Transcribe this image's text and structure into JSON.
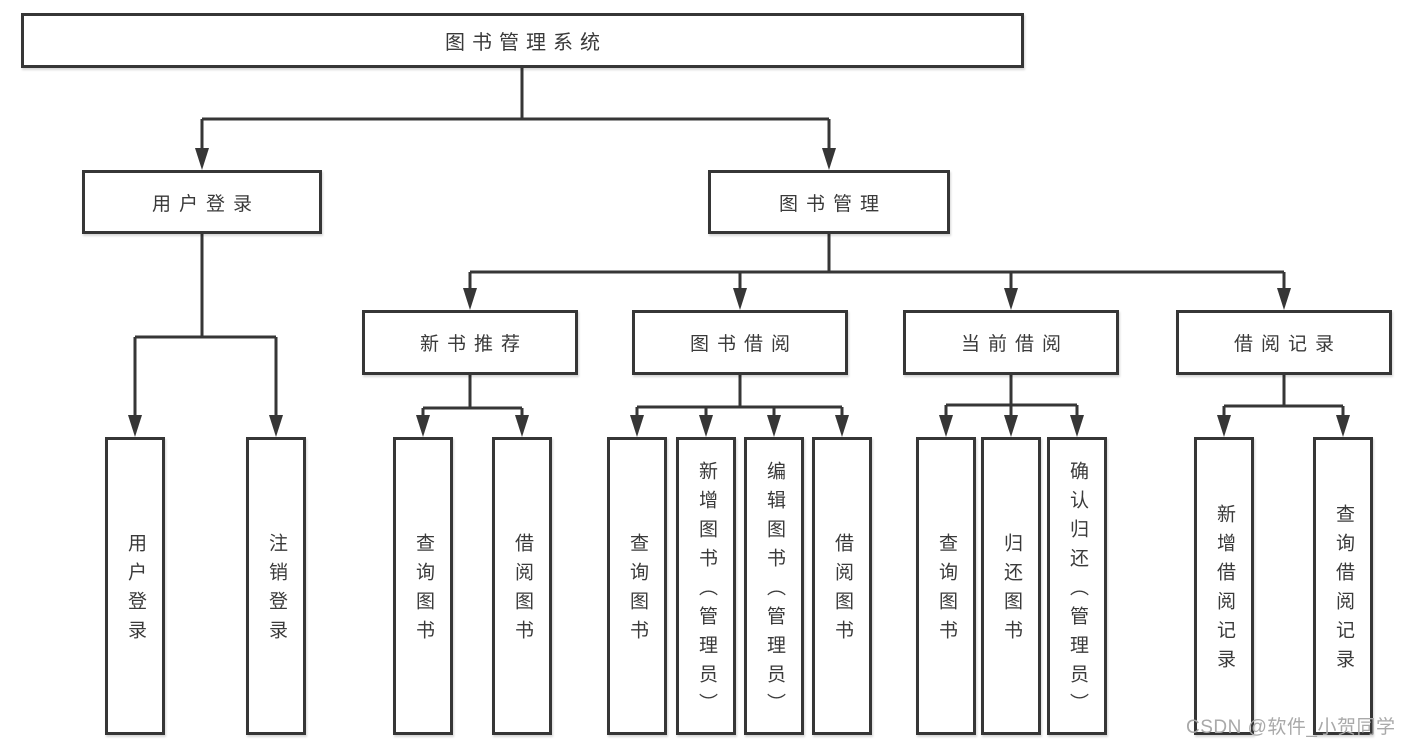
{
  "tree": {
    "root": "图书管理系统",
    "userLogin": {
      "label": "用户登录",
      "children": {
        "login": "用户登录",
        "logout": "注销登录"
      }
    },
    "bookManagement": {
      "label": "图书管理",
      "children": {
        "newBookRecommend": {
          "label": "新书推荐",
          "children": {
            "queryBooks": "查询图书",
            "borrowBooks": "借阅图书"
          }
        },
        "bookBorrow": {
          "label": "图书借阅",
          "children": {
            "queryBooks": "查询图书",
            "addBookAdmin": "新增图书（管理员）",
            "editBookAdmin": "编辑图书（管理员）",
            "borrowBooks": "借阅图书"
          }
        },
        "currentBorrow": {
          "label": "当前借阅",
          "children": {
            "queryBooks": "查询图书",
            "returnBooks": "归还图书",
            "confirmReturnAdmin": "确认归还（管理员）"
          }
        },
        "borrowRecords": {
          "label": "借阅记录",
          "children": {
            "addBorrowRecord": "新增借阅记录",
            "queryBorrowRecord": "查询借阅记录"
          }
        }
      }
    }
  },
  "watermark": {
    "text": "CSDN @软件_小贺同学"
  },
  "colors": {
    "line": "#363636",
    "text": "#3a3a3a",
    "watermark": "#a9a9a9",
    "background": "#ffffff"
  }
}
